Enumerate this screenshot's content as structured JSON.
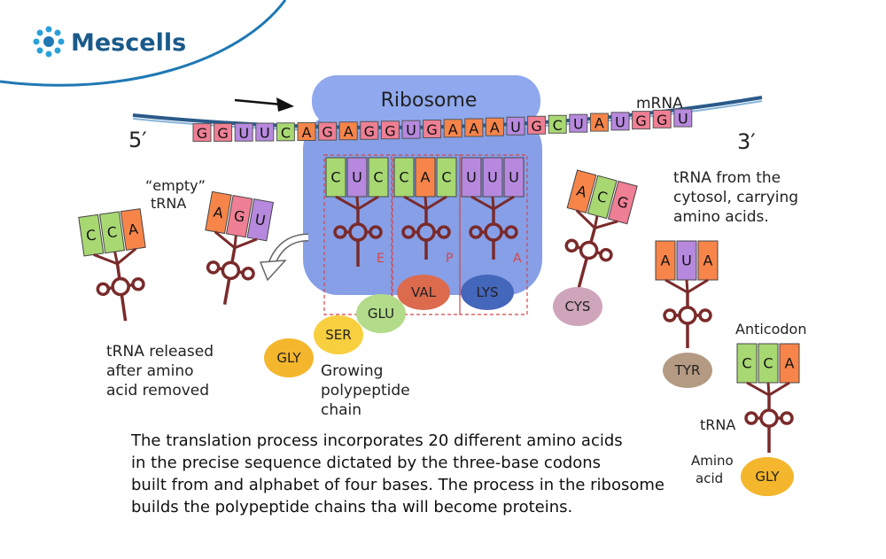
{
  "brand": {
    "name": "Mescells",
    "color": "#1a6fa3"
  },
  "labels": {
    "ribosome": "Ribosome",
    "mrna": "mRNA",
    "five_prime": "5′",
    "three_prime": "3′",
    "site_e": "E",
    "site_p": "P",
    "site_a": "A",
    "empty_trna_1": "“empty”",
    "empty_trna_2": "tRNA",
    "released_1": "tRNA released",
    "released_2": "after amino",
    "released_3": "acid removed",
    "growing_1": "Growing",
    "growing_2": "polypeptide",
    "growing_3": "chain",
    "cytosol_1": "tRNA from the",
    "cytosol_2": "cytosol, carrying",
    "cytosol_3": "amino acids.",
    "anticodon": "Anticodon",
    "trna": "tRNA",
    "amino_1": "Amino",
    "amino_2": "acid"
  },
  "mrna_sequence": [
    "G",
    "G",
    "U",
    "U",
    "C",
    "A",
    "G",
    "A",
    "G",
    "G",
    "U",
    "G",
    "A",
    "A",
    "A",
    "U",
    "G",
    "C",
    "U",
    "A",
    "U",
    "G",
    "G",
    "U"
  ],
  "trnas": {
    "e_site": {
      "anticodon": [
        "C",
        "U",
        "C"
      ]
    },
    "p_site": {
      "anticodon": [
        "C",
        "A",
        "C"
      ],
      "amino_acid": "VAL"
    },
    "a_site": {
      "anticodon": [
        "U",
        "U",
        "U"
      ],
      "amino_acid": "LYS"
    },
    "incoming": {
      "anticodon": [
        "A",
        "C",
        "G"
      ],
      "amino_acid": "CYS"
    },
    "empty": {
      "anticodon": [
        "A",
        "G",
        "U"
      ]
    },
    "released": {
      "anticodon": [
        "C",
        "C",
        "A"
      ]
    },
    "cytosol": {
      "anticodon": [
        "A",
        "U",
        "A"
      ],
      "amino_acid": "TYR"
    },
    "legend": {
      "anticodon": [
        "C",
        "C",
        "A"
      ],
      "amino_acid": "GLY"
    }
  },
  "chain": [
    "GLY",
    "SER",
    "GLU"
  ],
  "caption": [
    "The translation process incorporates 20 different amino acids",
    "in the precise sequence dictated by the three-base codons",
    "built from and alphabet of four bases. The process in the ribosome",
    "builds the polypeptide chains tha will become proteins."
  ],
  "colors": {
    "A": "#f7854a",
    "C": "#a8d872",
    "G": "#ef7f94",
    "U": "#b689de",
    "ribosome": "#7f9ae6",
    "trna": "#7a2a2a",
    "VAL": "#dc6a4d",
    "LYS": "#4466bb",
    "CYS": "#cfa5bb",
    "TYR": "#b49a82",
    "GLY": "#f4b62c",
    "SER": "#f8cf3e",
    "GLU": "#b3dc8a"
  }
}
